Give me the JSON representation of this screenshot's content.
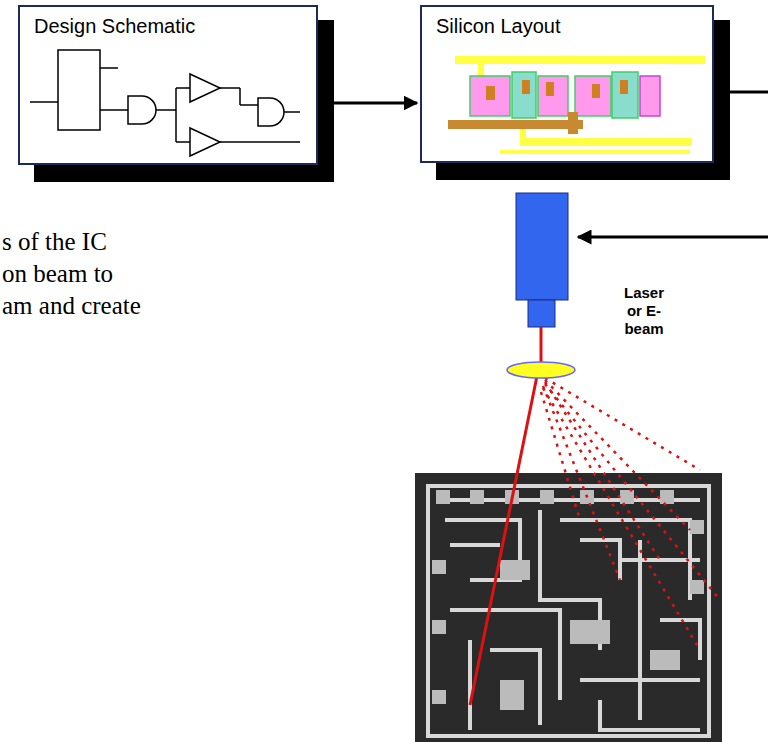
{
  "diagram": {
    "nodes": [
      {
        "text": [
          "Design Schematic"
        ]
      },
      {
        "text": [
          "Silicon Layout"
        ]
      }
    ],
    "edges": [
      {
        "from": 0,
        "to": 1,
        "arrow": "to"
      }
    ],
    "labels": [
      "s of the IC",
      "on beam to",
      "am and create",
      "Laser or E-beam"
    ]
  }
}
